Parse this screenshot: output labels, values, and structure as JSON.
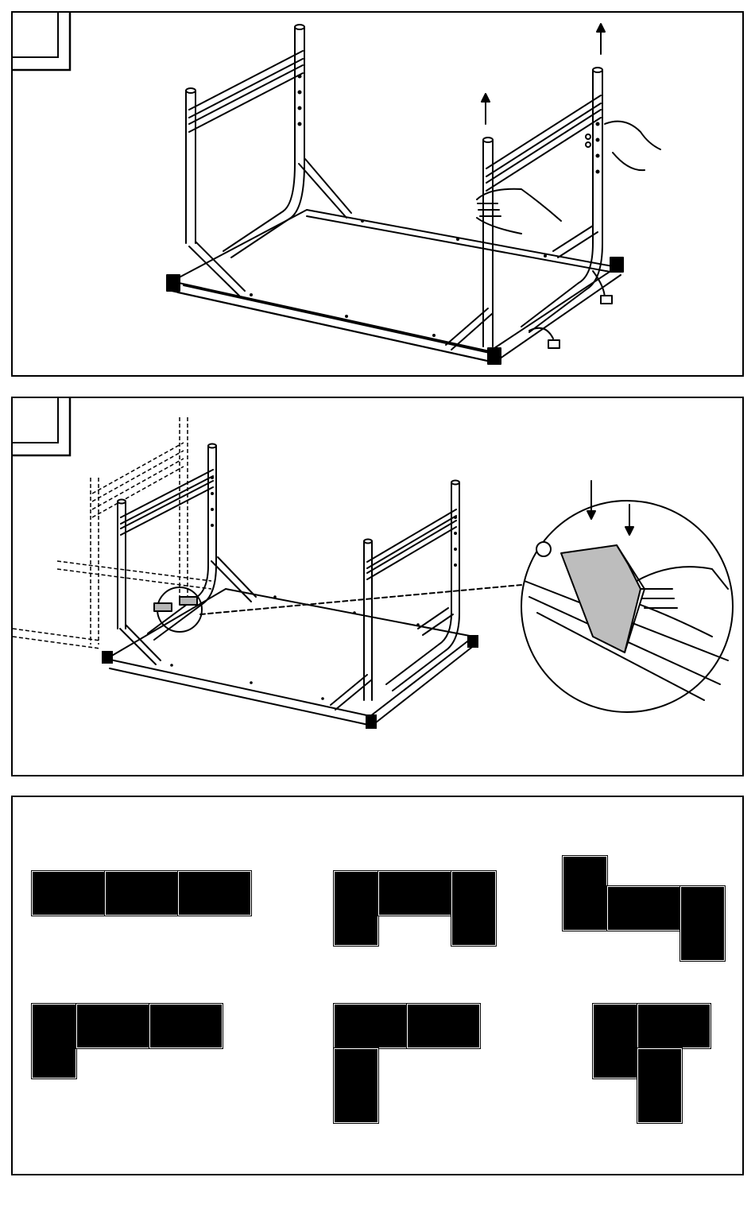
{
  "steps": [
    {
      "number": ""
    },
    {
      "number": ""
    }
  ],
  "colors": {
    "line": "#000000",
    "fill": "#ffffff",
    "tabletop": "#000000",
    "clip": "#b5b5b5"
  },
  "layouts": [
    {
      "id": "layout-straight-row"
    },
    {
      "id": "layout-u-shape"
    },
    {
      "id": "layout-z-shape"
    },
    {
      "id": "layout-l-shape-long"
    },
    {
      "id": "layout-l-shape-short"
    },
    {
      "id": "layout-t-shape"
    }
  ]
}
